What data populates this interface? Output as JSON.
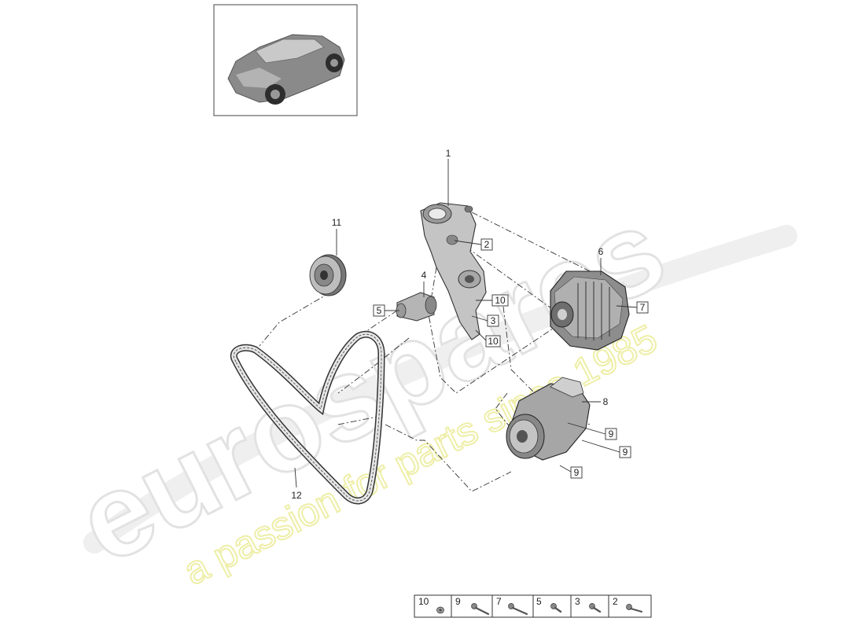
{
  "watermark": {
    "brand": "eurospares",
    "tagline": "a passion for parts since 1985",
    "colors": {
      "brand": "#d8d8d8",
      "tagline": "#f0f0a0"
    }
  },
  "thumbnail": {
    "icon": "car-thumbnail-icon"
  },
  "callouts": [
    {
      "id": "c1",
      "label": "1",
      "boxed": false
    },
    {
      "id": "c2",
      "label": "2",
      "boxed": true
    },
    {
      "id": "c3",
      "label": "3",
      "boxed": true
    },
    {
      "id": "c4",
      "label": "4",
      "boxed": false
    },
    {
      "id": "c5",
      "label": "5",
      "boxed": true
    },
    {
      "id": "c6",
      "label": "6",
      "boxed": false
    },
    {
      "id": "c7",
      "label": "7",
      "boxed": true
    },
    {
      "id": "c8",
      "label": "8",
      "boxed": false
    },
    {
      "id": "c9a",
      "label": "9",
      "boxed": true
    },
    {
      "id": "c9b",
      "label": "9",
      "boxed": true
    },
    {
      "id": "c9c",
      "label": "9",
      "boxed": true
    },
    {
      "id": "c10a",
      "label": "10",
      "boxed": true
    },
    {
      "id": "c10b",
      "label": "10",
      "boxed": true
    },
    {
      "id": "c11",
      "label": "11",
      "boxed": false
    },
    {
      "id": "c12",
      "label": "12",
      "boxed": false
    }
  ],
  "legend": {
    "cells": [
      {
        "label": "10",
        "icon": "nut-icon"
      },
      {
        "label": "9",
        "icon": "long-bolt-icon"
      },
      {
        "label": "7",
        "icon": "long-bolt-icon"
      },
      {
        "label": "5",
        "icon": "short-bolt-icon"
      },
      {
        "label": "3",
        "icon": "short-bolt-icon"
      },
      {
        "label": "2",
        "icon": "bolt-icon"
      }
    ]
  }
}
